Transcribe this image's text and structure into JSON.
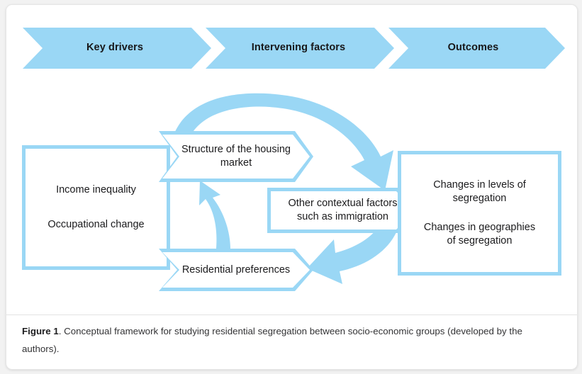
{
  "colors": {
    "accent_blue": "#9AD7F5",
    "card_background": "#ffffff",
    "page_background": "#f2f2f2",
    "text": "#1b1b1d"
  },
  "banner": {
    "stages": [
      {
        "label": "Key drivers"
      },
      {
        "label": "Intervening factors"
      },
      {
        "label": "Outcomes"
      }
    ]
  },
  "diagram": {
    "key_drivers": {
      "lines": [
        "Income inequality",
        "Occupational change"
      ]
    },
    "housing_market": {
      "lines": [
        "Structure of the housing",
        "market"
      ]
    },
    "residential_preferences": {
      "lines": [
        "Residential preferences"
      ]
    },
    "contextual_factors": {
      "lines": [
        "Other contextual factors",
        "such as immigration"
      ]
    },
    "outcomes": {
      "blocks": [
        {
          "lines": [
            "Changes in levels of",
            "segregation"
          ]
        },
        {
          "lines": [
            "Changes in geographies",
            "of segregation"
          ]
        }
      ]
    },
    "arrows": [
      {
        "name": "housing-to-outcomes-arc",
        "from": "Structure of the housing market",
        "to": "Outcomes"
      },
      {
        "name": "contextual-to-residential-arc",
        "from": "Other contextual factors such as immigration",
        "to": "Residential preferences"
      },
      {
        "name": "residential-to-housing-arrow",
        "from": "Residential preferences",
        "to": "Structure of the housing market"
      }
    ]
  },
  "caption": {
    "figure_label": "Figure 1",
    "text": ". Conceptual framework for studying residential segregation between socio-economic groups (developed by the authors)."
  }
}
